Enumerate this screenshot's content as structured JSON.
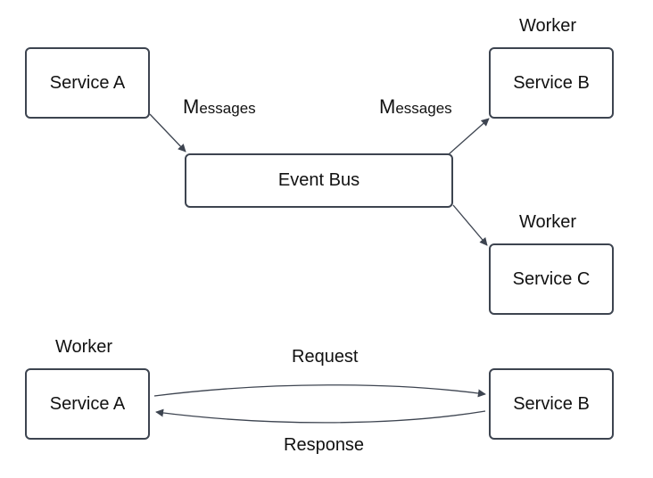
{
  "nodes": {
    "service_a_top": "Service A",
    "event_bus": "Event Bus",
    "service_b_top": "Service B",
    "service_c": "Service C",
    "service_a_bottom": "Service A",
    "service_b_bottom": "Service B"
  },
  "labels": {
    "messages_left_initial": "M",
    "messages_left_rest": "essages",
    "messages_right_initial": "M",
    "messages_right_rest": "essages",
    "worker_b_top": "Worker",
    "worker_c": "Worker",
    "worker_a_bottom": "Worker",
    "request": "Request",
    "response": "Response"
  },
  "colors": {
    "edge": "#3d4450",
    "node_border": "#3d4450",
    "text": "#111111"
  }
}
